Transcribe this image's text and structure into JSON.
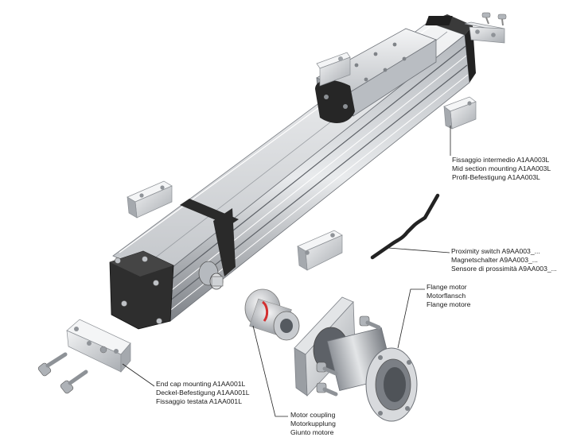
{
  "callouts": {
    "intermediate": {
      "line1": "Fissaggio intermedio A1AA003L",
      "line2": "Mid section mounting A1AA003L",
      "line3": "Profil-Befestigung A1AA003L"
    },
    "proximity": {
      "line1": "Proximity switch A9AA003_...",
      "line2": "Magnetschalter A9AA003_...",
      "line3": "Sensore di prossimità A9AA003_..."
    },
    "flange": {
      "line1": "Flange motor",
      "line2": "Motorflansch",
      "line3": "Flange motore"
    },
    "endcap": {
      "line1": "End cap mounting A1AA001L",
      "line2": "Deckel-Befestigung A1AA001L",
      "line3": "Fissaggio testata A1AA001L"
    },
    "coupling": {
      "line1": "Motor coupling",
      "line2": "Motorkupplung",
      "line3": "Giunto motore"
    }
  },
  "colors": {
    "aluminium": "#c9ccd0",
    "aluminium_dark": "#8d9196",
    "black_part": "#2b2b2b",
    "leader_line": "#222222"
  }
}
